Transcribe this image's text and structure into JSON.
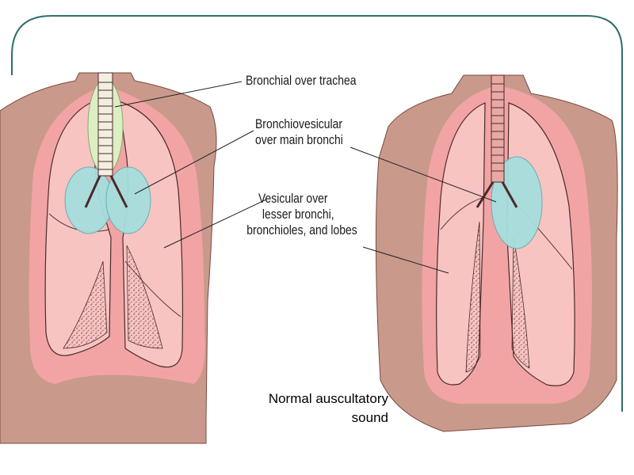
{
  "diagram": {
    "labels": {
      "bronchial": [
        "Bronchial over trachea"
      ],
      "bronchovesicular": [
        "Bronchiovesicular",
        "over main bronchi"
      ],
      "vesicular": [
        "Vesicular over",
        "lesser bronchi,",
        "bronchioles, and lobes"
      ]
    },
    "caption": [
      "Normal auscultatory",
      "sound"
    ],
    "colors": {
      "skin": "#c99a8c",
      "lung_glow": "#f2a4a4",
      "lung": "#f7c4c2",
      "bronchovesicular_zone": "#a6dede",
      "bronchial_zone": "#dcefc2",
      "frame": "#2f6f6a"
    }
  }
}
